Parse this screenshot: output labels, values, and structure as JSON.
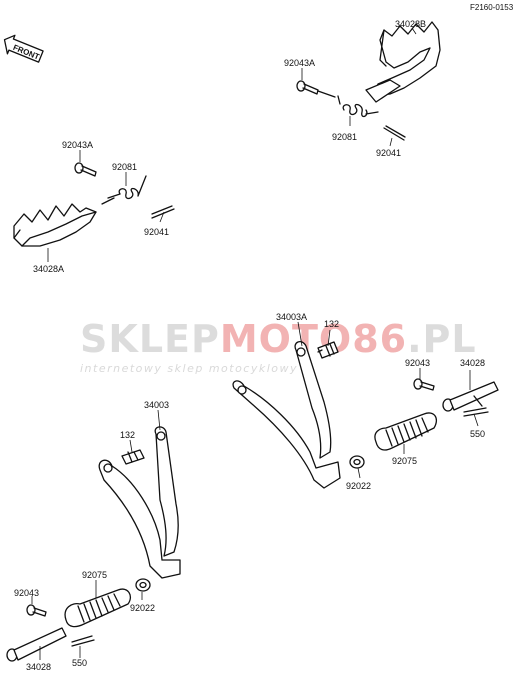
{
  "diagram_code": "F2160-0153",
  "front_badge": "FRONT",
  "watermark": {
    "brand_a": "SKLEP",
    "brand_b": "MOTO",
    "brand_c": "86",
    "brand_d": ".PL",
    "tagline": "internetowy sklep motocyklowy"
  },
  "colors": {
    "ink": "#111111",
    "watermark_gray": "#dcdcdc",
    "watermark_red": "#f2b3b3"
  },
  "labels": {
    "p_34028b": "34028B",
    "p_92043a_top": "92043A",
    "p_92081_top": "92081",
    "p_92041_top": "92041",
    "p_92043a_left": "92043A",
    "p_92081_left": "92081",
    "p_92041_left": "92041",
    "p_34028a": "34028A",
    "p_34003a": "34003A",
    "p_132_right": "132",
    "p_92043_right": "92043",
    "p_34028_right": "34028",
    "p_550_right": "550",
    "p_92075_right": "92075",
    "p_92022_right": "92022",
    "p_34003": "34003",
    "p_132_left": "132",
    "p_92075_left": "92075",
    "p_92022_left": "92022",
    "p_92043_left": "92043",
    "p_34028_left": "34028",
    "p_550_left": "550"
  }
}
